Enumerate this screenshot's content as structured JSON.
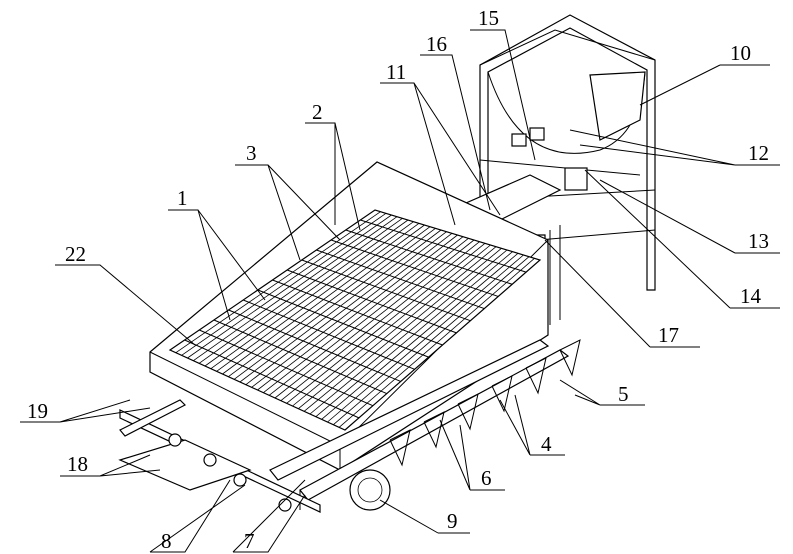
{
  "figure": {
    "labels": [
      {
        "id": "15",
        "text": "15"
      },
      {
        "id": "16",
        "text": "16"
      },
      {
        "id": "10",
        "text": "10"
      },
      {
        "id": "11",
        "text": "11"
      },
      {
        "id": "2",
        "text": "2"
      },
      {
        "id": "12",
        "text": "12"
      },
      {
        "id": "3",
        "text": "3"
      },
      {
        "id": "1",
        "text": "1"
      },
      {
        "id": "13",
        "text": "13"
      },
      {
        "id": "22",
        "text": "22"
      },
      {
        "id": "14",
        "text": "14"
      },
      {
        "id": "17",
        "text": "17"
      },
      {
        "id": "5",
        "text": "5"
      },
      {
        "id": "19",
        "text": "19"
      },
      {
        "id": "4",
        "text": "4"
      },
      {
        "id": "6",
        "text": "6"
      },
      {
        "id": "18",
        "text": "18"
      },
      {
        "id": "9",
        "text": "9"
      },
      {
        "id": "8",
        "text": "8"
      },
      {
        "id": "7",
        "text": "7"
      }
    ]
  }
}
